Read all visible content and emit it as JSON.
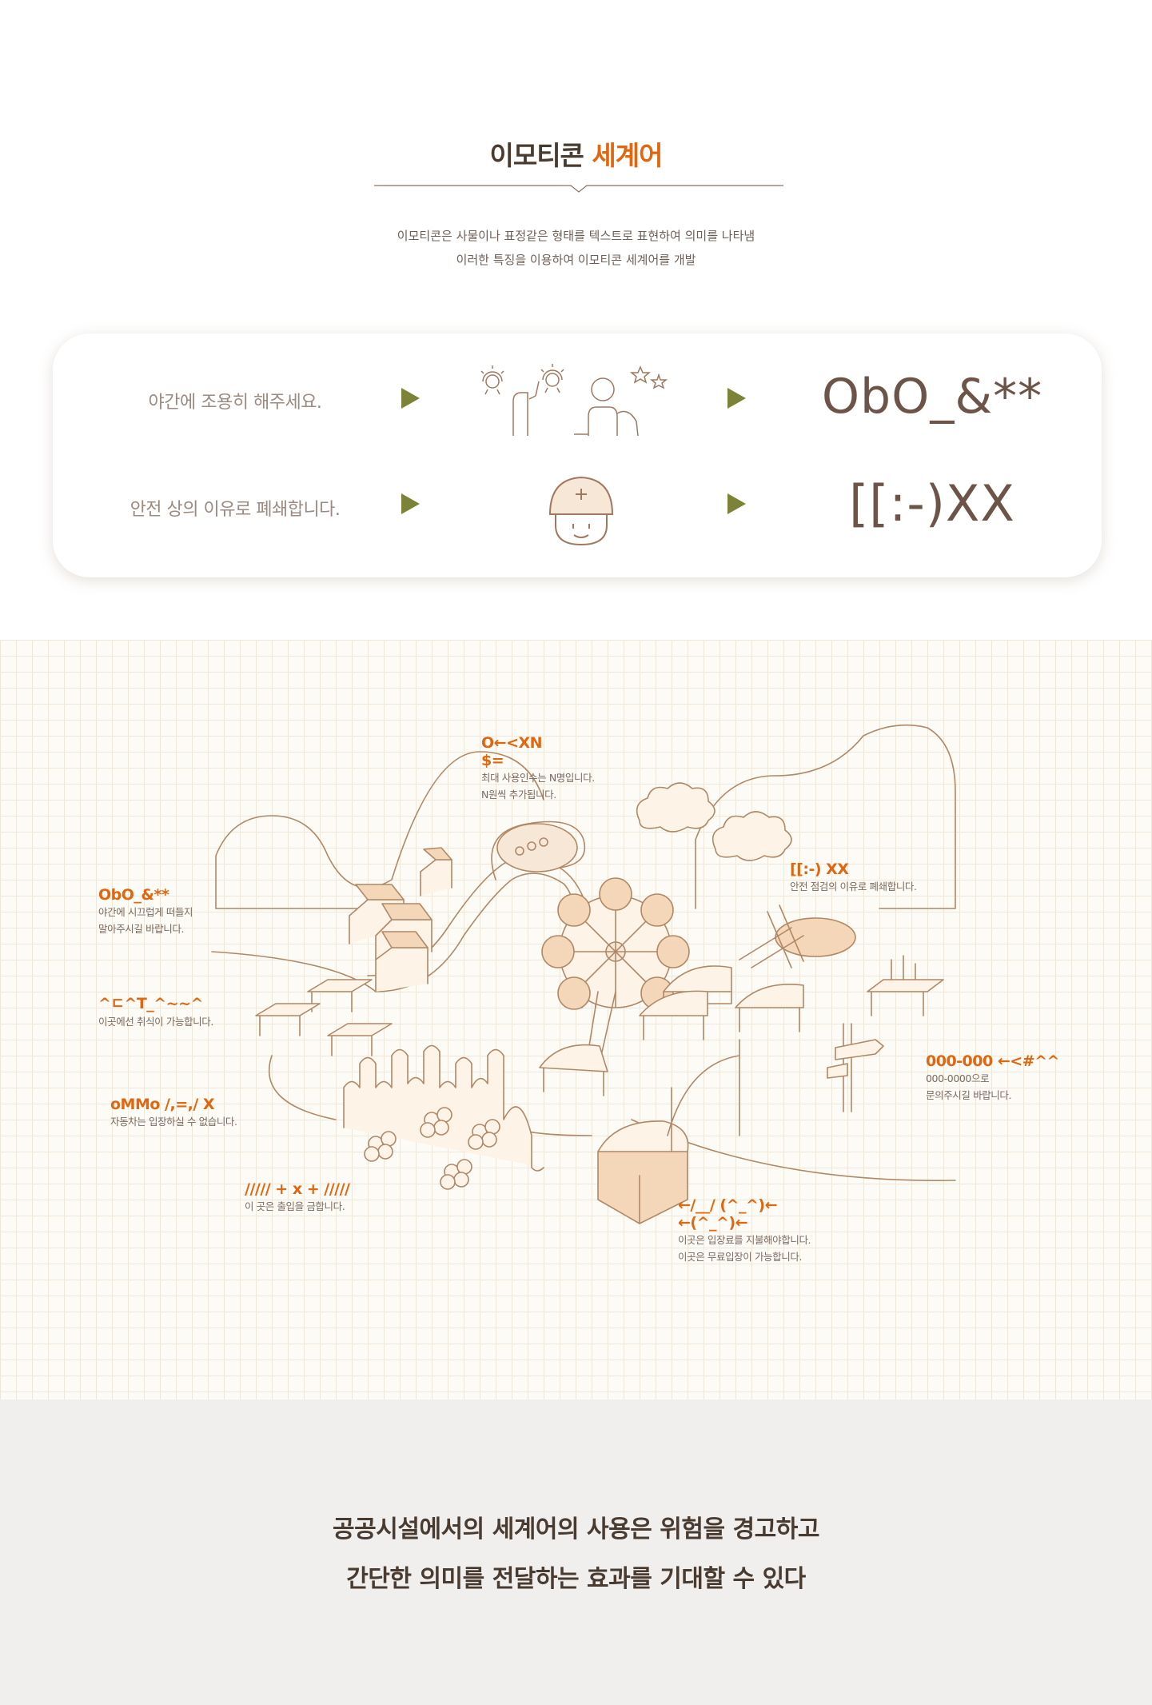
{
  "header": {
    "title_main": "이모티콘",
    "title_accent": "세계어",
    "desc_line1": "이모티콘은 사물이나 표정같은 형태를 텍스트로 표현하여 의미를 나타냄",
    "desc_line2": "이러한 특징을 이용하여 이모티콘 세계어를 개발"
  },
  "examples": [
    {
      "text": "야간에 조용히 해주세요.",
      "emoticon": "ObO_&**",
      "icon": "quiet-night-icon"
    },
    {
      "text": "안전 상의 이유로 폐쇄합니다.",
      "emoticon": "[[:-)XX",
      "icon": "safety-helmet-icon"
    }
  ],
  "map_labels": [
    {
      "head1": "O←<XN",
      "head2": "$=",
      "sub1": "최대 사용인수는 N명입니다.",
      "sub2": "N원씩 추가됩니다."
    },
    {
      "head1": "ObO_&**",
      "sub1": "야간에 시끄럽게 떠들지",
      "sub2": "말아주시길 바랍니다."
    },
    {
      "head1": "[[:-) XX",
      "sub1": "안전 점검의 이유로 폐쇄합니다."
    },
    {
      "head1": "^ㄷ^T_^~~^",
      "sub1": "이곳에선 취식이 가능합니다."
    },
    {
      "head1": "000-000 ←<#^^",
      "sub1": "000-0000으로",
      "sub2": "문의주시길 바랍니다."
    },
    {
      "head1": "oMMo /,=,/ X",
      "sub1": "자동차는 입장하실 수 없습니다."
    },
    {
      "head1": "///// + x + /////",
      "sub1": "이 곳은 출입을 금합니다."
    },
    {
      "head1": "←/__/ (^_^)←",
      "head2": "←(^_^)←",
      "sub1": "이곳은 입장료를 지불해야합니다.",
      "sub2": "이곳은 무료입장이 가능합니다."
    }
  ],
  "footer": {
    "line1": "공공시설에서의 세계어의 사용은 위험을 경고하고",
    "line2": "간단한 의미를 전달하는 효과를 기대할 수 있다"
  },
  "colors": {
    "accent": "#e0670f",
    "arrow": "#7d8239",
    "text_dark": "#4a3b31",
    "line": "#b08866"
  }
}
